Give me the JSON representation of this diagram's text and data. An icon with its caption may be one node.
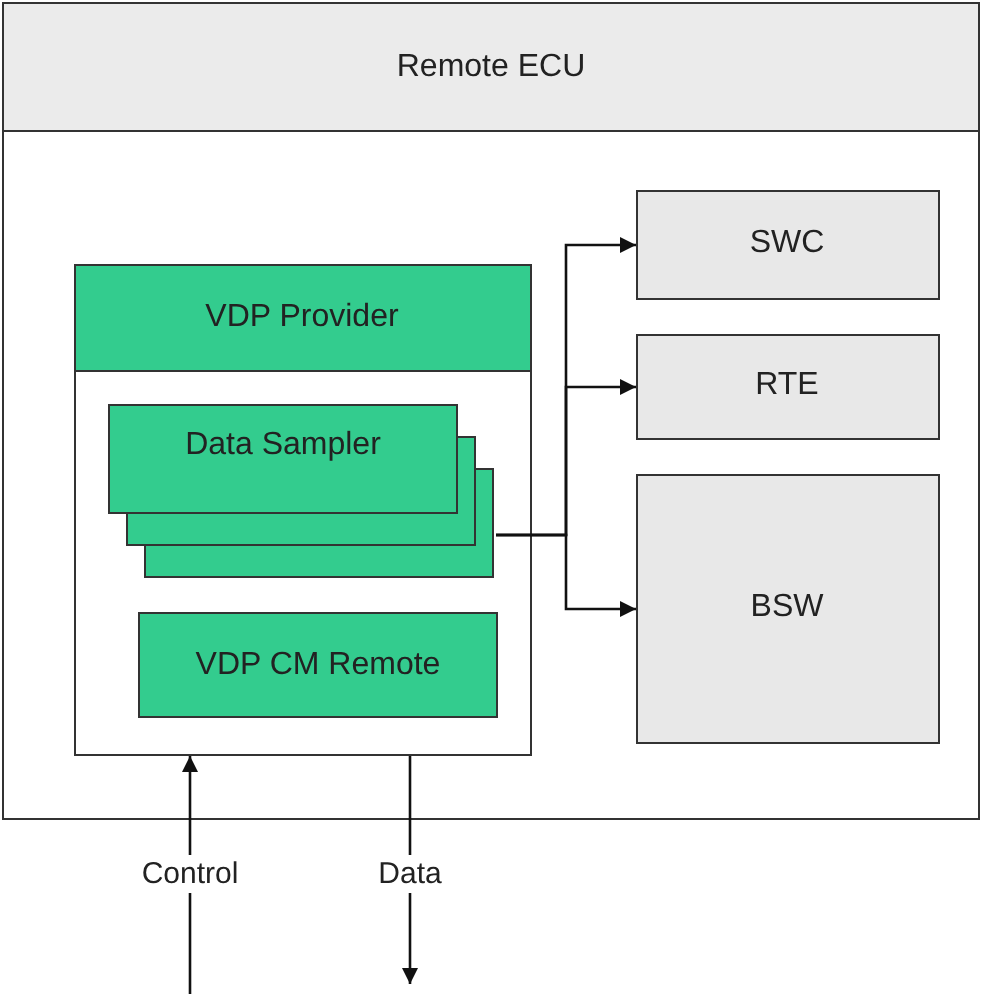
{
  "diagram": {
    "nodes": [
      {
        "text": [
          "Remote ECU"
        ]
      },
      {
        "text": [
          "VDP Provider"
        ],
        "in": 0
      },
      {
        "text": [
          "Data Sampler"
        ],
        "in": 1
      },
      {
        "text": [
          "VDP CM Remote"
        ],
        "in": 1
      },
      {
        "text": [
          "SWC"
        ],
        "in": 0
      },
      {
        "text": [
          "RTE"
        ],
        "in": 0
      },
      {
        "text": [
          "BSW"
        ],
        "in": 0
      }
    ],
    "edges": [
      {
        "from": 2,
        "to": 4,
        "arrow": "to"
      },
      {
        "from": 2,
        "to": 5,
        "arrow": "to"
      },
      {
        "from": 2,
        "to": 6,
        "arrow": "to"
      },
      {
        "from": null,
        "to": 1,
        "arrow": "to",
        "label": "Control"
      },
      {
        "from": 1,
        "to": null,
        "arrow": "to",
        "label": "Data"
      }
    ]
  }
}
